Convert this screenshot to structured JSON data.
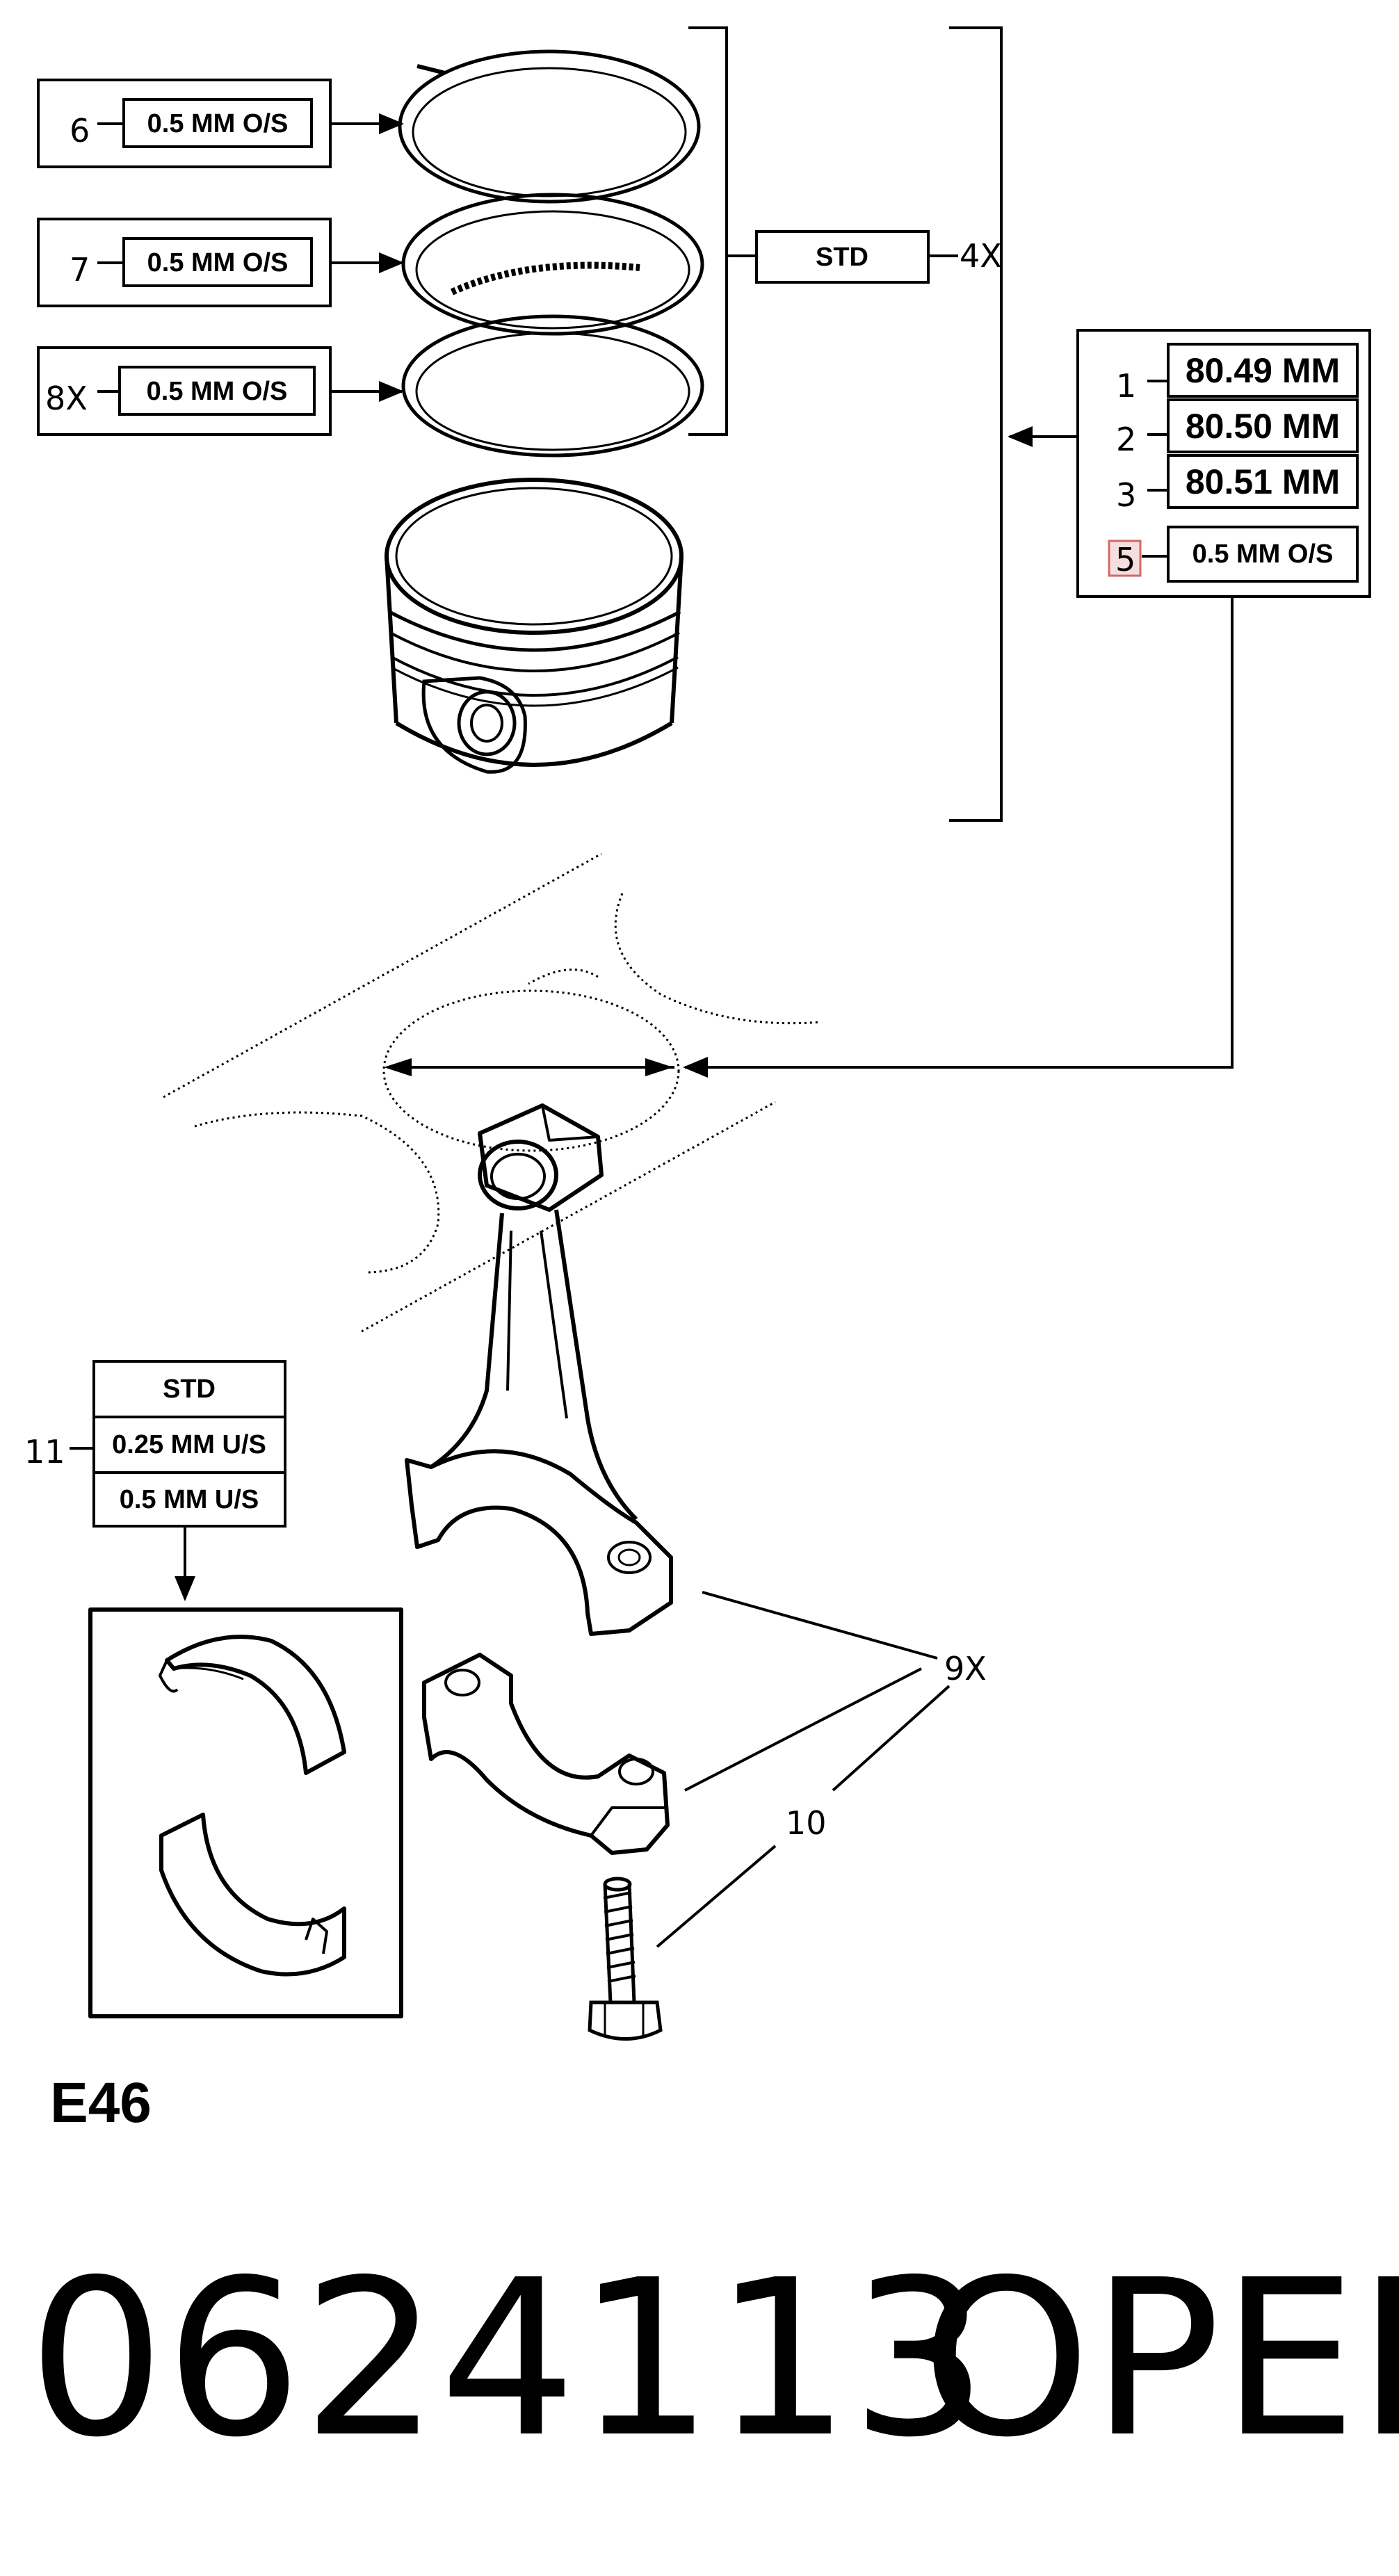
{
  "callouts": {
    "c1": "1",
    "c2": "2",
    "c3": "3",
    "c4": "4X",
    "c5": "5",
    "c6": "6",
    "c7": "7",
    "c8": "8X",
    "c9": "9X",
    "c10": "10",
    "c11": "11"
  },
  "boxes": {
    "ring6": "0.5 MM O/S",
    "ring7": "0.5 MM O/S",
    "ring8": "0.5 MM O/S",
    "set_std": "STD",
    "piston_1": "80.49 MM",
    "piston_2": "80.50 MM",
    "piston_3": "80.51 MM",
    "piston_5": "0.5 MM O/S",
    "bearing_std": "STD",
    "bearing_025": "0.25 MM U/S",
    "bearing_05": "0.5 MM U/S"
  },
  "footer": {
    "code": "E46",
    "part_number": "0624113",
    "brand": "OPEL"
  },
  "colors": {
    "line": "#000000",
    "highlight_fill": "#f7dede",
    "highlight_stroke": "#d06a6a"
  }
}
